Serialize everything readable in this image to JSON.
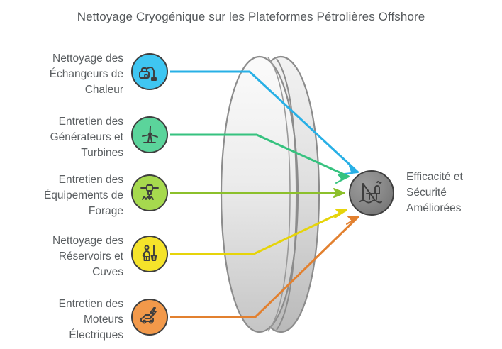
{
  "title": "Nettoyage Cryogénique sur les Plateformes Pétrolières Offshore",
  "diagram": {
    "type": "convergence-flow",
    "center_shape": {
      "name": "cylinder-barrier",
      "fill_top": "#f7f7f7",
      "fill_bottom": "#c9c9c9",
      "stroke": "#8c8c8c"
    },
    "sources": [
      {
        "label_line1": "Nettoyage des",
        "label_line2": "Échangeurs de",
        "label_line3": "Chaleur",
        "label": "Nettoyage des Échangeurs de Chaleur",
        "color": "#28b0e6",
        "icon": "vacuum-cleaner-icon",
        "icon_fill": "#3fc6f2"
      },
      {
        "label_line1": "Entretien des",
        "label_line2": "Générateurs et",
        "label_line3": "Turbines",
        "label": "Entretien des Générateurs et Turbines",
        "color": "#36c27f",
        "icon": "wind-turbine-icon",
        "icon_fill": "#5bd49b"
      },
      {
        "label_line1": "Entretien des",
        "label_line2": "Équipements de",
        "label_line3": "Forage",
        "label": "Entretien des Équipements de Forage",
        "color": "#8cc02b",
        "icon": "jackhammer-icon",
        "icon_fill": "#a6d94e"
      },
      {
        "label_line1": "Nettoyage des",
        "label_line2": "Réservoirs et",
        "label_line3": "Cuves",
        "label": "Nettoyage des Réservoirs et Cuves",
        "color": "#e6d40a",
        "icon": "cleaner-with-broom-icon",
        "icon_fill": "#f5e32a"
      },
      {
        "label_line1": "Entretien des",
        "label_line2": "Moteurs",
        "label_line3": "Électriques",
        "label": "Entretien des Moteurs Électriques",
        "color": "#e2802f",
        "icon": "electric-motor-icon",
        "icon_fill": "#f2994a"
      }
    ],
    "target": {
      "label_line1": "Efficacité et",
      "label_line2": "Sécurité",
      "label_line3": "Améliorées",
      "label": "Efficacité et Sécurité Améliorées",
      "icon": "offshore-oil-platform-icon",
      "icon_fill": "#8a8a8a",
      "color": "#6e6e6e"
    }
  }
}
